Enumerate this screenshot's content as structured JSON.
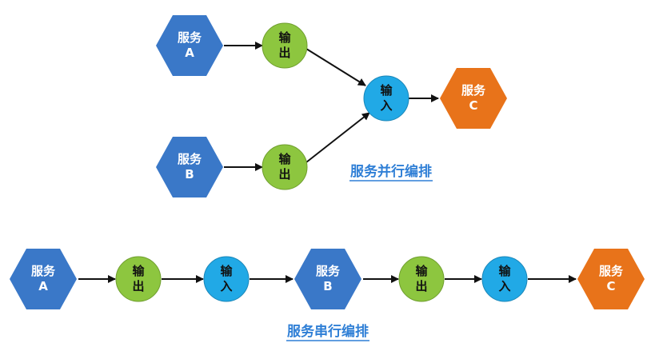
{
  "colors": {
    "service_blue": "#3a78c8",
    "service_orange": "#e8731a",
    "output_green": "#8dc63f",
    "input_blue": "#21a9e6",
    "caption_blue": "#2f7fd6",
    "arrow": "#111111"
  },
  "parallel": {
    "caption": "服务并行编排",
    "service_a": [
      "服务",
      "A"
    ],
    "service_b": [
      "服务",
      "B"
    ],
    "service_c": [
      "服务",
      "C"
    ],
    "output_1": [
      "输",
      "出"
    ],
    "output_2": [
      "输",
      "出"
    ],
    "input": [
      "输",
      "入"
    ]
  },
  "serial": {
    "caption": "服务串行编排",
    "service_a": [
      "服务",
      "A"
    ],
    "output_1": [
      "输",
      "出"
    ],
    "input_1": [
      "输",
      "入"
    ],
    "service_b": [
      "服务",
      "B"
    ],
    "output_2": [
      "输",
      "出"
    ],
    "input_2": [
      "输",
      "入"
    ],
    "service_c": [
      "服务",
      "C"
    ]
  }
}
